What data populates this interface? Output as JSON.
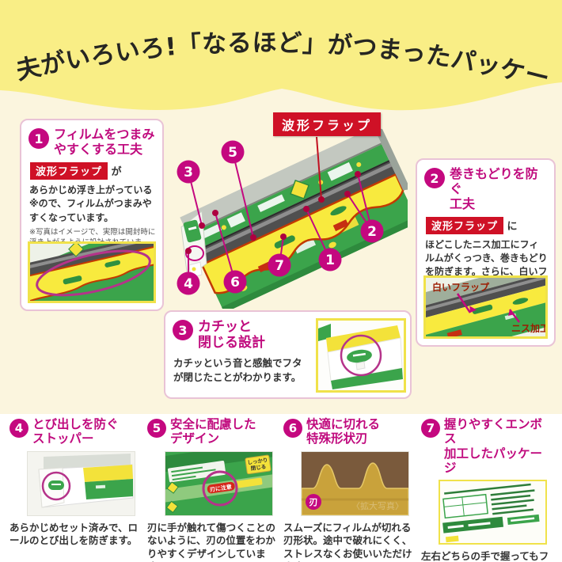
{
  "header": {
    "title": "工夫がいろいろ!「なるほど」がつまったパッケージ"
  },
  "colors": {
    "header_yellow": "#f9ee86",
    "cream": "#fbf5de",
    "magenta": "#c4087f",
    "tag_red": "#cf1126",
    "green": "#3ba44b",
    "flap_yellow": "#f8ea3e",
    "flap_outline": "#c23a00"
  },
  "center": {
    "flap_label": "波形フラップ",
    "callouts": [
      "1",
      "2",
      "3",
      "4",
      "5",
      "6",
      "7"
    ]
  },
  "features": {
    "f1": {
      "num": "1",
      "title1": "フィルムをつまみ",
      "title2": "やすくする工夫",
      "tag": "波形フラップ",
      "tag_particle": "が",
      "body": "あらかじめ浮き上がっている※ので、フィルムがつまみやすくなっています。",
      "note": "※写真はイメージで、実際は開封時に浮き上がるように設計されています。"
    },
    "f2": {
      "num": "2",
      "title1": "巻きもどりを防ぐ",
      "title2": "工夫",
      "tag": "波形フラップ",
      "tag_particle": "に",
      "body": "ほどこしたニス加工にフィルムがくっつき、巻きもどりを防ぎます。さらに、白いフラップがフィルムの落ち込みを防ぎます。",
      "img_label_white_flap": "白いフラップ",
      "img_label_varnish": "ニス加工"
    },
    "f3": {
      "num": "3",
      "title1": "カチッと",
      "title2": "閉じる設計",
      "body": "カチッという音と感触でフタが閉じたことがわかります。"
    },
    "f4": {
      "num": "4",
      "title1": "とび出しを防ぐ",
      "title2": "ストッパー",
      "body": "あらかじめセット済みで、ロールのとび出しを防ぎます。"
    },
    "f5": {
      "num": "5",
      "title1": "安全に配慮した",
      "title2": "デザイン",
      "body": "刃に手が触れて傷つくことのないように、刃の位置をわかりやすくデザインしています。",
      "img_label_close1": "しっかり",
      "img_label_close2": "閉じる",
      "img_label_caution": "刃に注意"
    },
    "f6": {
      "num": "6",
      "title1": "快適に切れる",
      "title2": "特殊形状刃",
      "body": "スムーズにフィルムが切れる刃形状。途中で破れにくく、ストレスなくお使いいただけます。",
      "img_label_blade": "刃",
      "img_label_zoom": "〈拡大写真〉"
    },
    "f7": {
      "num": "7",
      "title1": "握りやすくエンボス",
      "title2": "加工したパッケージ",
      "body": "左右どちらの手で握ってもフィットするように、底面をエンボス加工しています。"
    }
  }
}
